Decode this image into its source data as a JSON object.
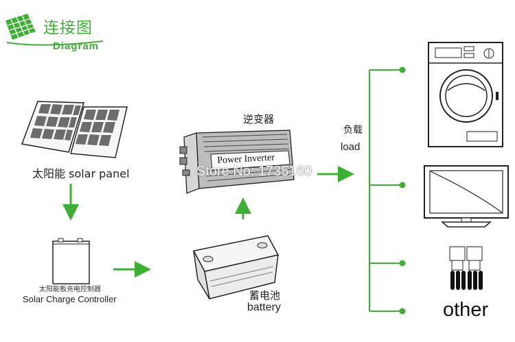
{
  "header": {
    "title_cn": "连接图",
    "title_en": "Diagram"
  },
  "solar_panel": {
    "label_cn": "太阳能",
    "label_en": "solar panel"
  },
  "controller": {
    "label_cn": "太阳能板充电控制器",
    "label_en": "Solar Charge Controller"
  },
  "inverter": {
    "label_cn": "逆变器",
    "device_text": "Power Inverter"
  },
  "battery": {
    "label_cn": "蓄电池",
    "label_en": "battery"
  },
  "load": {
    "label_cn": "负载",
    "label_en": "load"
  },
  "other_label": "other",
  "watermark": "Store No: 1735160",
  "colors": {
    "accent_green": "#3fae35",
    "line": "#222222"
  },
  "icons": [
    "solar-logo-icon",
    "solar-panel-icon",
    "controller-icon",
    "inverter-icon",
    "battery-icon",
    "washing-machine-icon",
    "tv-monitor-icon",
    "cfl-bulb-icon"
  ]
}
